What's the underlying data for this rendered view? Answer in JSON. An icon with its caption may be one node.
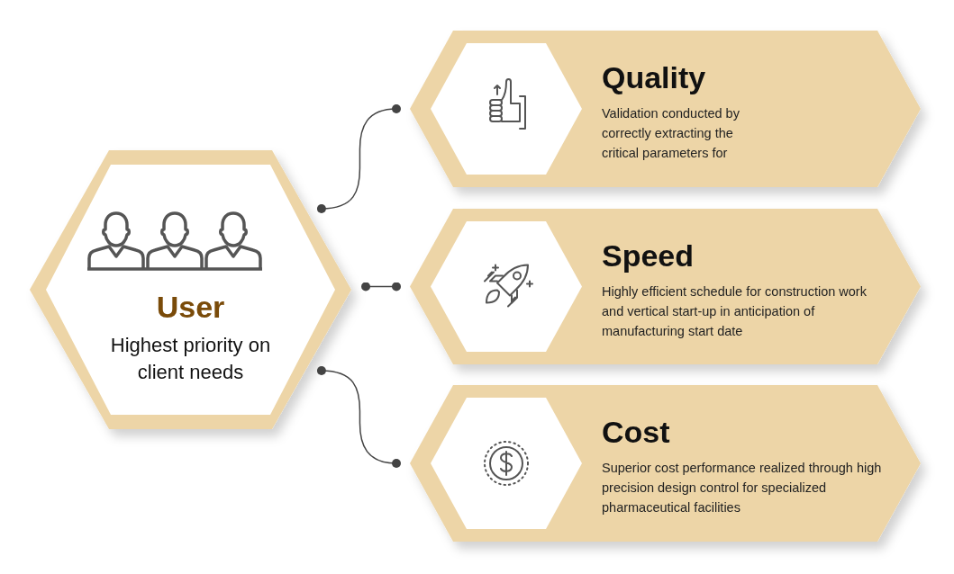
{
  "diagram": {
    "nodes": [
      {
        "text": [
          "User",
          "Highest priority on client needs"
        ]
      },
      {
        "text": [
          "Quality",
          "Validation conducted by correctly extracting the critical parameters for"
        ]
      },
      {
        "text": [
          "Speed",
          "Highly efficient schedule for construction work and vertical start-up in anticipation of manufacturing start date"
        ]
      },
      {
        "text": [
          "Cost",
          "Superior cost performance realized through high precision design control for specialized pharmaceutical facilities"
        ]
      }
    ],
    "edges": [
      {
        "from": 0,
        "to": 1,
        "arrow": "other"
      },
      {
        "from": 0,
        "to": 2,
        "arrow": "other"
      },
      {
        "from": 0,
        "to": 3,
        "arrow": "other"
      }
    ]
  }
}
